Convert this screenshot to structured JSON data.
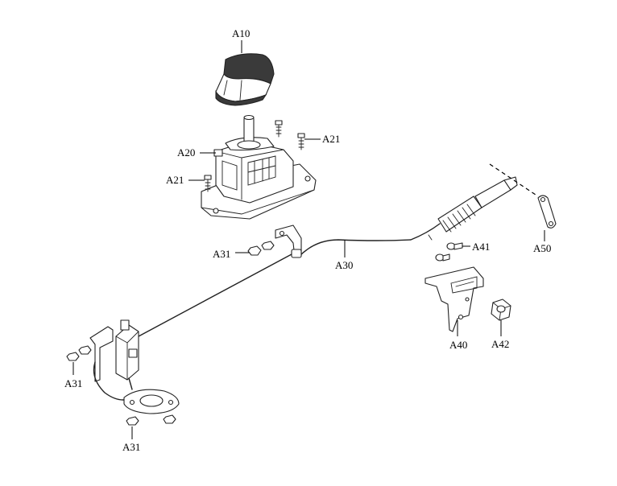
{
  "callouts": {
    "a10": "A10",
    "a20": "A20",
    "a21_top": "A21",
    "a21_left": "A21",
    "a30": "A30",
    "a31_mid": "A31",
    "a31_left": "A31",
    "a31_bottom": "A31",
    "a40": "A40",
    "a41": "A41",
    "a42": "A42",
    "a50": "A50"
  },
  "colors": {
    "line": "#222222",
    "background": "#ffffff",
    "knob_top": "#3a3a3a"
  }
}
